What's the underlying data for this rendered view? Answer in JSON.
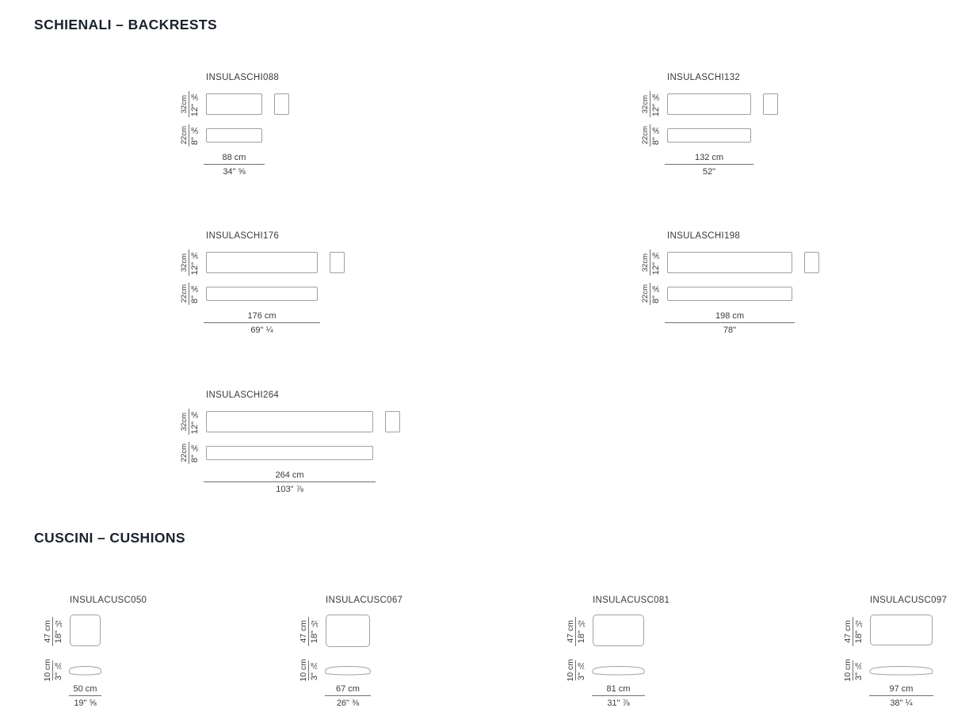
{
  "colors": {
    "heading": "#1b222e",
    "label": "#3a3a3a",
    "shape_border": "#a0a0a0",
    "dim_line": "#6e6e6e",
    "background": "#ffffff"
  },
  "backrests": {
    "section_title": "SCHIENALI – BACKRESTS",
    "dims": {
      "top_cm": "32cm",
      "top_in": "12\" ⅝",
      "bottom_cm": "22cm",
      "bottom_in": "8\" ⅝"
    },
    "items": [
      {
        "code": "INSULASCHI088",
        "width_cm": "88 cm",
        "width_in": "34\" ⅝"
      },
      {
        "code": "INSULASCHI132",
        "width_cm": "132 cm",
        "width_in": "52\""
      },
      {
        "code": "INSULASCHI176",
        "width_cm": "176 cm",
        "width_in": "69\" ¼"
      },
      {
        "code": "INSULASCHI198",
        "width_cm": "198 cm",
        "width_in": "78\""
      },
      {
        "code": "INSULASCHI264",
        "width_cm": "264 cm",
        "width_in": "103\" ⅞"
      }
    ]
  },
  "cushions": {
    "section_title": "CUSCINI – CUSHIONS",
    "dims": {
      "top_cm": "47 cm",
      "top_in": "18\" ½",
      "bottom_cm": "10 cm",
      "bottom_in": "3\" ⅞"
    },
    "items": [
      {
        "code": "INSULACUSC050",
        "width_cm": "50 cm",
        "width_in": "19\" ⅝"
      },
      {
        "code": "INSULACUSC067",
        "width_cm": "67 cm",
        "width_in": "26\" ⅜"
      },
      {
        "code": "INSULACUSC081",
        "width_cm": "81 cm",
        "width_in": "31\" ⅞"
      },
      {
        "code": "INSULACUSC097",
        "width_cm": "97 cm",
        "width_in": "38\" ¼"
      }
    ]
  }
}
